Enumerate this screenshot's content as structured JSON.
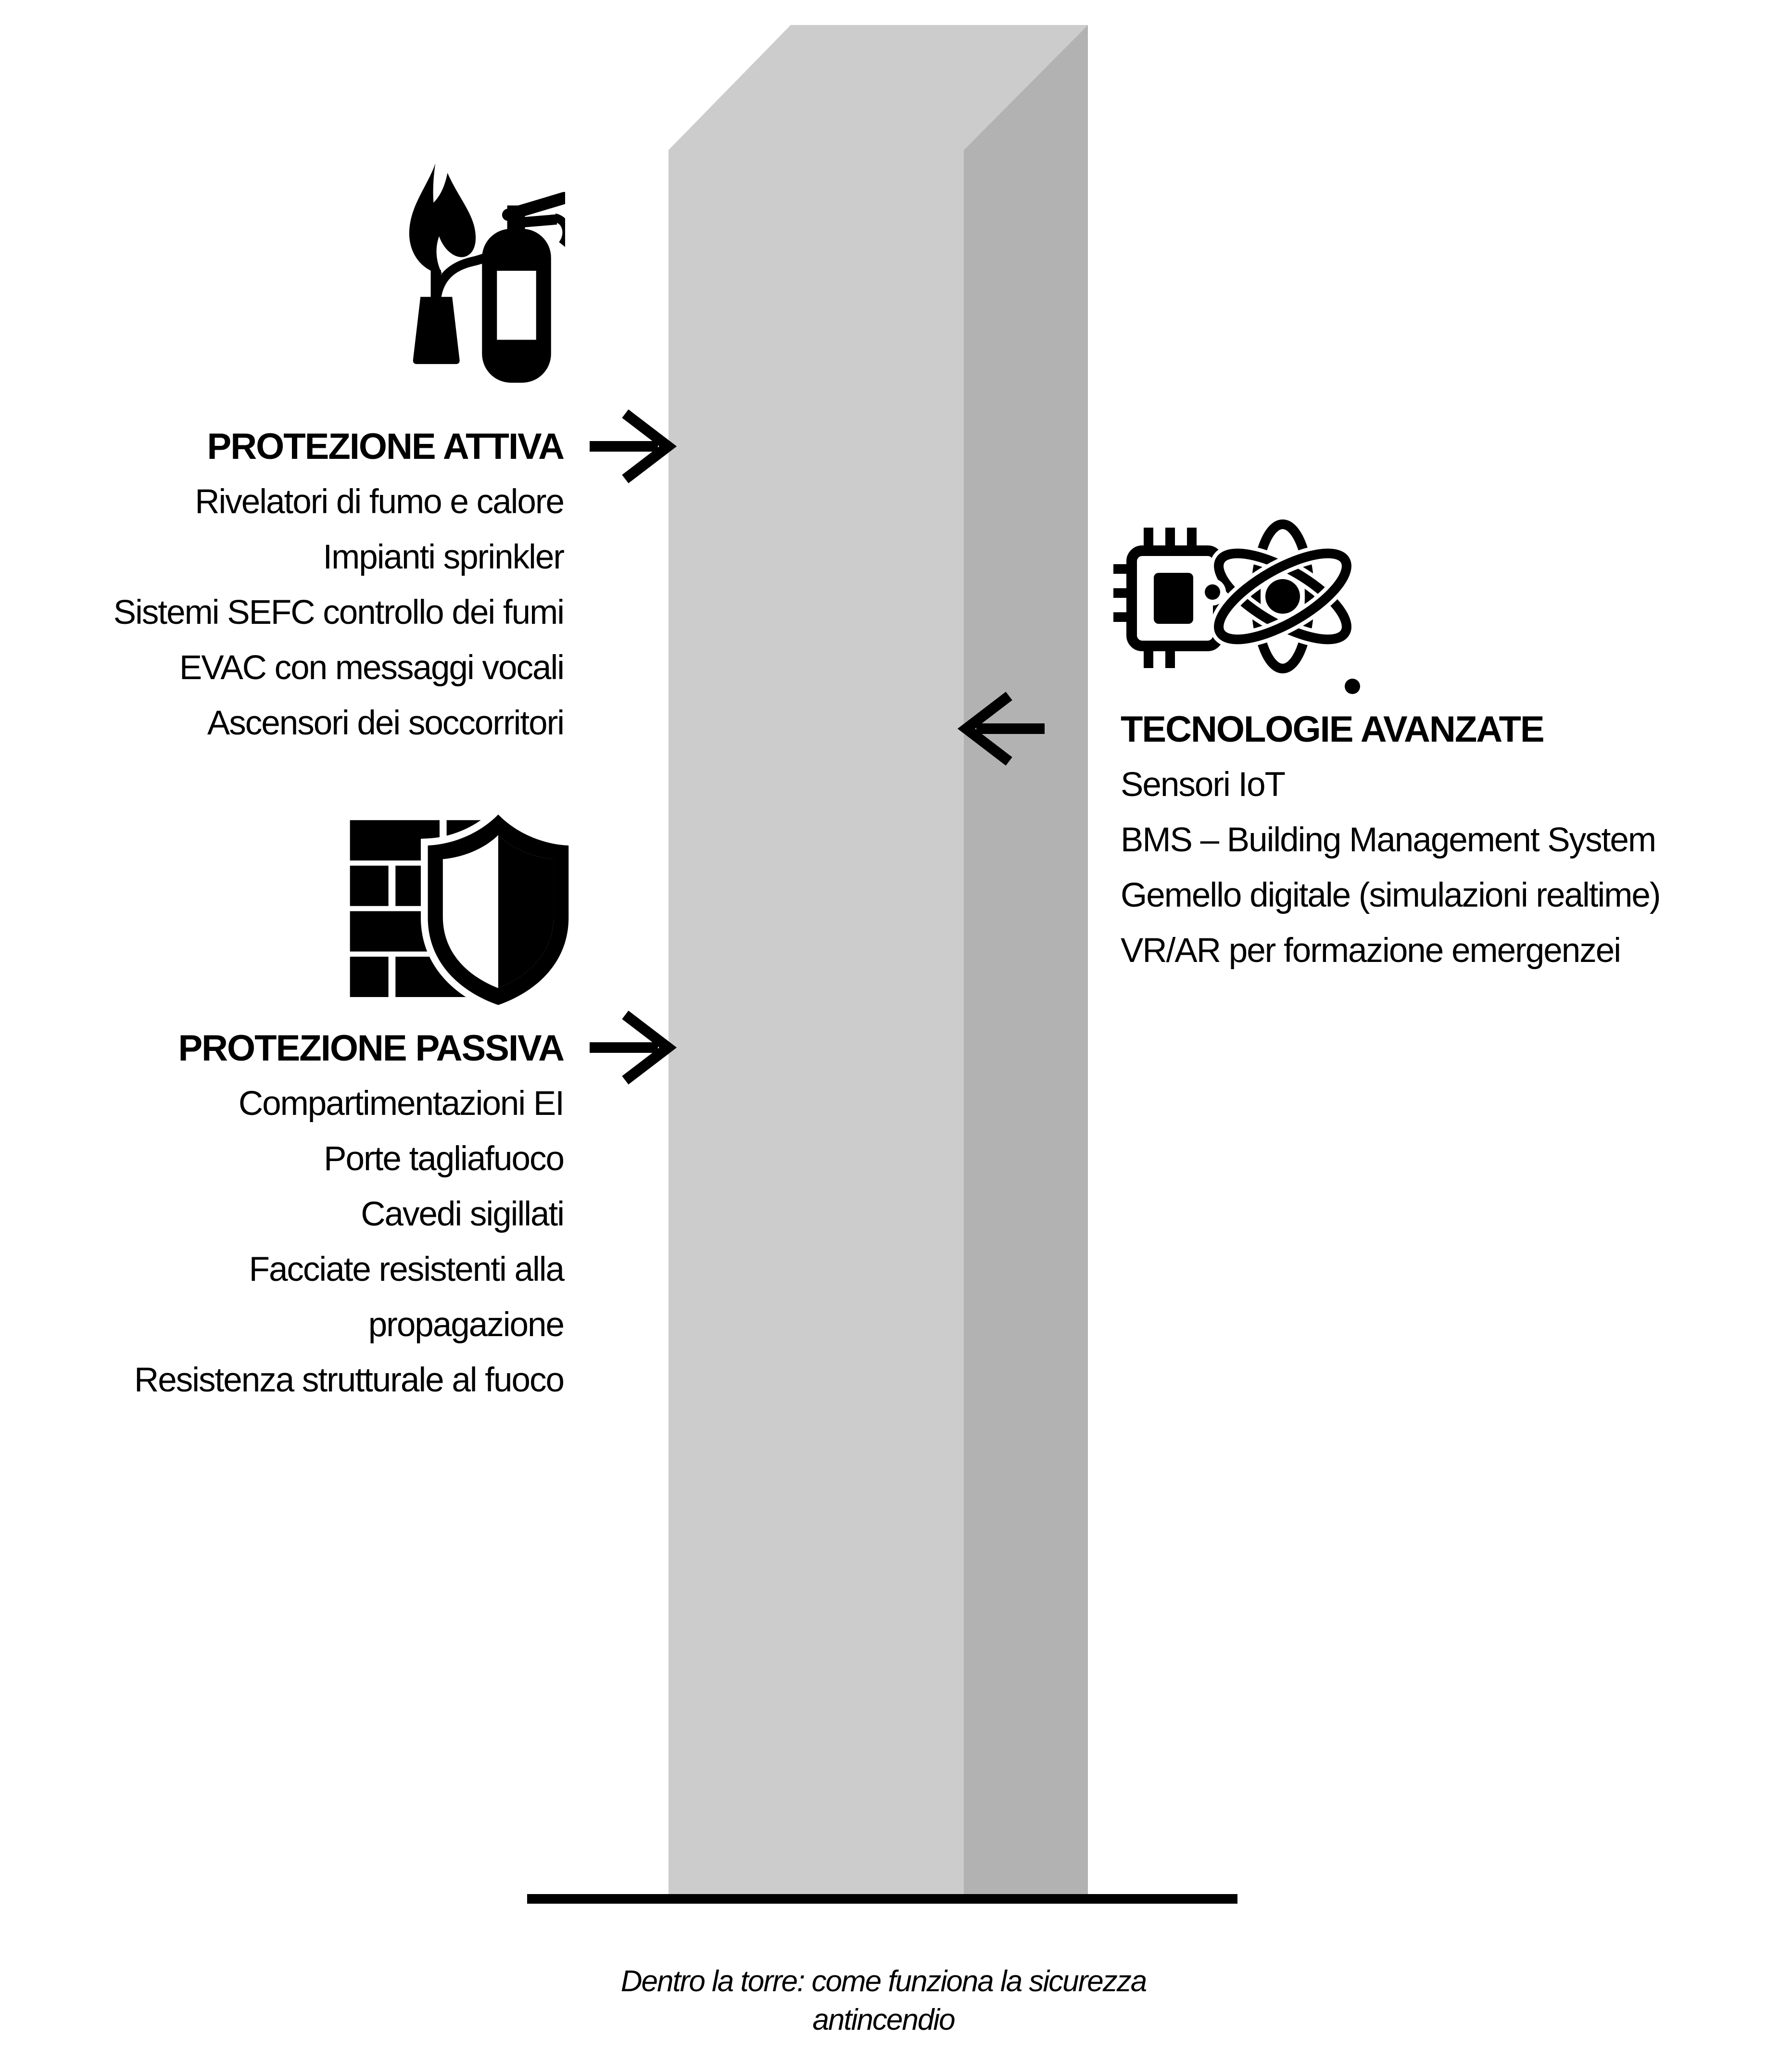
{
  "diagram": {
    "caption": "Dentro la torre: come funziona la sicurezza\nantincendio",
    "tower": {
      "front_color": "#cccccc",
      "side_color": "#b2b2b2",
      "ground_color": "#000000"
    },
    "colors": {
      "ink": "#000000",
      "background": "#ffffff"
    }
  },
  "sections": {
    "attiva": {
      "title": "PROTEZIONE ATTIVA",
      "icon": "fire-extinguisher-icon",
      "arrow": "arrow-right-icon",
      "items": [
        "Rivelatori di fumo e calore",
        "Impianti sprinkler",
        "Sistemi SEFC controllo dei fumi",
        "EVAC con messaggi vocali",
        "Ascensori dei soccorritori"
      ]
    },
    "passiva": {
      "title": "PROTEZIONE PASSIVA",
      "icon": "firewall-shield-icon",
      "arrow": "arrow-right-icon",
      "items": [
        "Compartimentazioni EI",
        "Porte tagliafuoco",
        "Cavedi sigillati",
        "Facciate resistenti alla\npropagazione",
        "Resistenza strutturale al fuoco"
      ]
    },
    "tecnologie": {
      "title": "TECNOLOGIE AVANZATE",
      "icon": "chip-atom-icon",
      "arrow": "arrow-left-icon",
      "items": [
        "Sensori IoT",
        "BMS – Building Management System",
        "Gemello digitale (simulazioni realtime)",
        "VR/AR per formazione emergenzei"
      ]
    }
  }
}
